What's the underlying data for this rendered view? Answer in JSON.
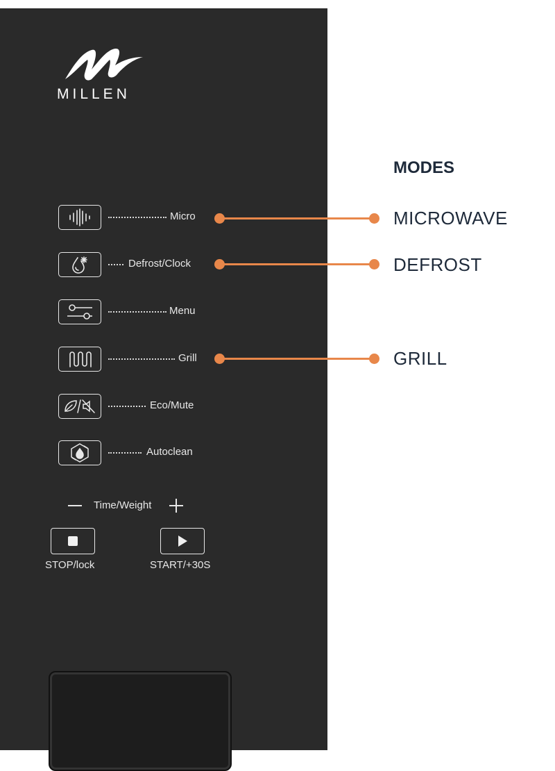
{
  "brand": {
    "name": "MILLEN"
  },
  "buttons": [
    {
      "label": "Micro",
      "icon": "soundwave-icon"
    },
    {
      "label": "Defrost/Clock",
      "icon": "drop-snowflake-icon"
    },
    {
      "label": "Menu",
      "icon": "sliders-icon"
    },
    {
      "label": "Grill",
      "icon": "grill-coil-icon"
    },
    {
      "label": "Eco/Mute",
      "icon": "leaf-mute-icon"
    },
    {
      "label": "Autoclean",
      "icon": "drop-cycle-icon"
    }
  ],
  "time_weight": {
    "label": "Time/Weight",
    "minus": "−",
    "plus": "+"
  },
  "controls": {
    "stop_label": "STOP/lock",
    "start_label": "START/+30S"
  },
  "modes": {
    "title": "MODES",
    "items": [
      "MICROWAVE",
      "DEFROST",
      "GRILL"
    ]
  },
  "colors": {
    "panel": "#2a2a2a",
    "accent": "#e8874a",
    "text_dark": "#1e2a3a"
  }
}
